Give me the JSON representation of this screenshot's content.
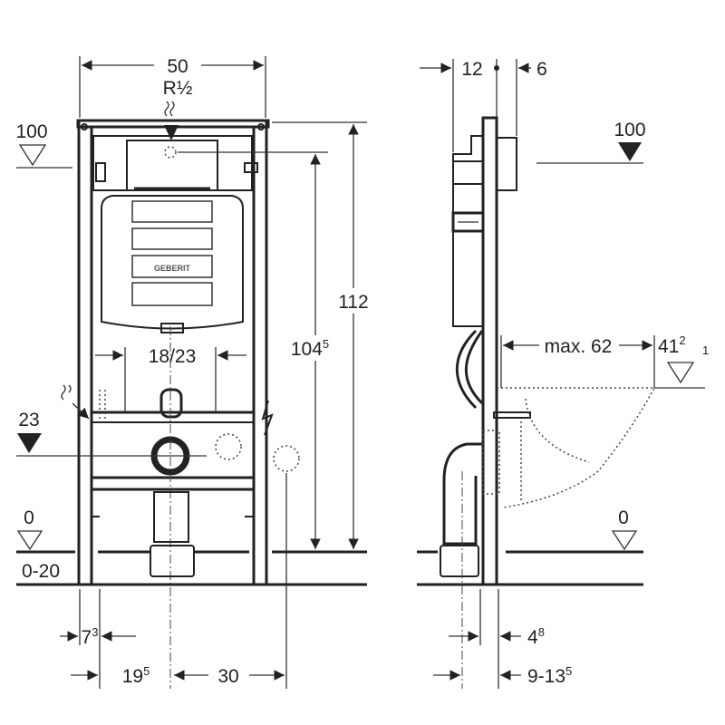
{
  "front_view": {
    "width_label": "50",
    "thread_label": "R½",
    "top_level_label": "100",
    "flush_width_label": "18/23",
    "drain_level_label": "23",
    "floor_level_label": "0",
    "floor_range_label": "0-20",
    "height_inner_label": "104",
    "height_inner_sup": "5",
    "height_total_label": "112",
    "leg_offset_label": "7",
    "leg_offset_sup": "3",
    "drain_offset_label": "19",
    "drain_offset_sup": "5",
    "water_offset_label": "30",
    "brand_label": "GEBERIT"
  },
  "side_view": {
    "depth_label": "12",
    "panel_label": "6",
    "top_level_label": "100",
    "projection_label": "max. 62",
    "seat_height_label": "41",
    "seat_tol_plus": "2",
    "seat_tol_minus": "1",
    "floor_level_label": "0",
    "pipe_offset_label": "4",
    "pipe_offset_sup": "8",
    "wall_range_label": "9-13",
    "wall_range_sup": "5"
  }
}
